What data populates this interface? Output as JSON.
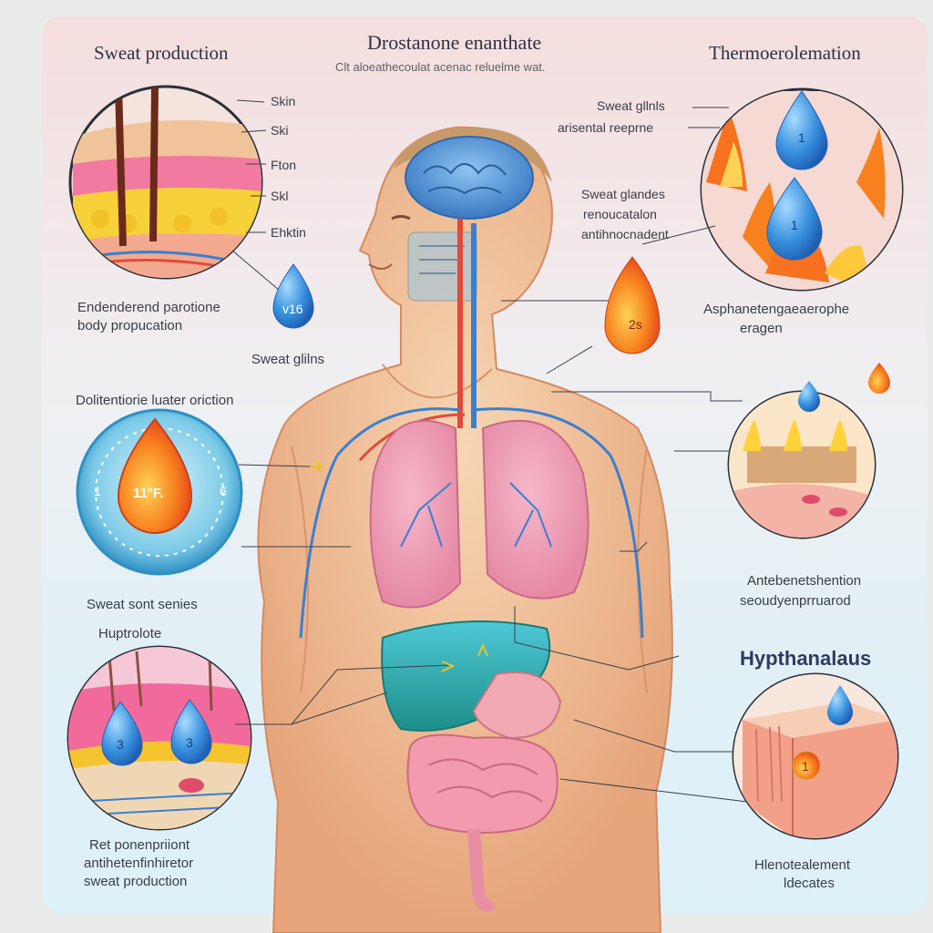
{
  "header": {
    "left_title": "Sweat production",
    "center_title": "Drostanone enanthate",
    "center_subtitle": "Clt aloeathecoulat acenac reluelme wat.",
    "right_title": "Thermoerolemation"
  },
  "skin_panel": {
    "layer_labels": [
      "Skin",
      "Ski",
      "Fton",
      "Skl",
      "Ehktin"
    ],
    "caption_lines": [
      "Endenderend parotione",
      "body propucation"
    ]
  },
  "left_drop": {
    "value": "v16",
    "label": "Sweat glilns"
  },
  "mid_labels": {
    "sweat_gilals": "Sweat gllnls",
    "aresental": "arisental reeprne",
    "glands_lines": [
      "Sweat glandes",
      "renoucatalon",
      "antihnocnadent"
    ]
  },
  "center_drop": {
    "value": "2s"
  },
  "thermo_panel": {
    "drop_values": [
      "1",
      "1"
    ],
    "caption_lines": [
      "Asphanetengaeaerophe",
      "eragen"
    ]
  },
  "gauge": {
    "label_above": "Dolitentiorie luater oriction",
    "value": "11°F.",
    "left_tick": "1",
    "right_tick": "6",
    "caption": "Sweat sont senies",
    "caption2": "Huptrolote"
  },
  "upper_right_panel": {
    "caption_lines": [
      "Antebenetshention",
      "seoudyenprruarod"
    ]
  },
  "bottom_left_panel": {
    "drop_values": [
      "3",
      "3"
    ],
    "caption_lines": [
      "Ret ponenpriiont",
      "antihetenfinhiretor",
      "sweat production"
    ]
  },
  "bottom_right_panel": {
    "title": "Hypthanalaus",
    "drop_value": "1",
    "caption_lines": [
      "Hlenotealement",
      "ldecates"
    ]
  },
  "colors": {
    "skin": "#f0c39a",
    "lung": "#ef9bb4",
    "liver": "#2fb7c9",
    "intestine": "#f19aa9",
    "drop_blue": "#2f86d6",
    "drop_orange": "#f05a1e",
    "vein_blue": "#3a7fd0",
    "artery_red": "#e04b3a"
  }
}
